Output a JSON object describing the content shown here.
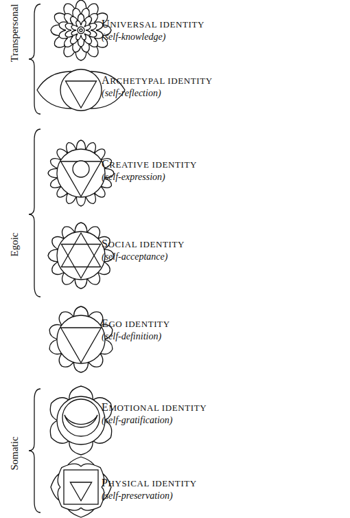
{
  "diagram": {
    "labels": [
      "Transpersonal",
      "UNIVERSAL IDENTITY",
      "(self-knowledge)",
      "ARCHETYPAL IDENTITY",
      "(self-reflection)",
      "Egoic",
      "CREATIVE IDENTITY",
      "(self-expression)",
      "SOCIAL IDENTITY",
      "(self-acceptance)",
      "EGO IDENTITY",
      "(self-definition)",
      "Somatic",
      "EMOTIONAL IDENTITY",
      "(self-gratification)",
      "PHYSICAL IDENTITY",
      "(self-preservation)"
    ]
  }
}
